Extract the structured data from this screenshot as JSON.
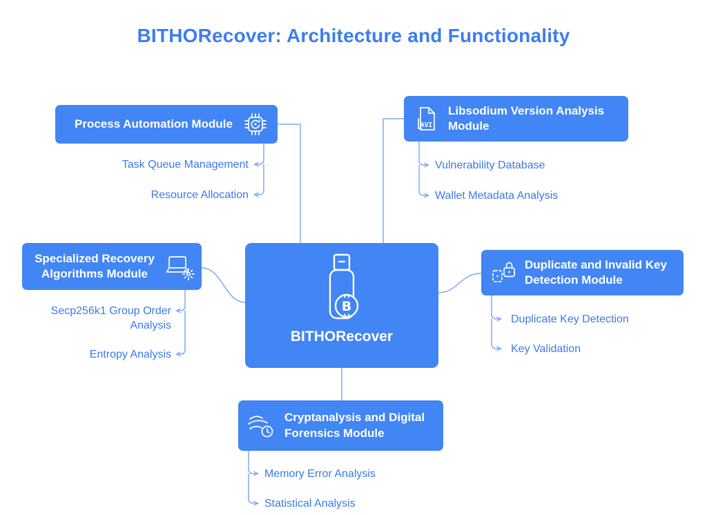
{
  "title": "BITHORecover: Architecture and Functionality",
  "center": {
    "label": "BITHORecover",
    "icon": "usb-bitcoin-icon"
  },
  "modules": {
    "process_automation": {
      "label": "Process Automation Module",
      "icon": "processor-automation-icon",
      "children": [
        "Task Queue Management",
        "Resource Allocation"
      ]
    },
    "libsodium_version_analysis": {
      "label": "Libsodium Version Analysis Module",
      "icon": "file-avi-icon",
      "children": [
        "Vulnerability Database",
        "Wallet Metadata Analysis"
      ]
    },
    "specialized_recovery": {
      "label": "Specialized Recovery Algorithms Module",
      "icon": "laptop-burst-icon",
      "children": [
        "Secp256k1 Group Order Analysis",
        "Entropy Analysis"
      ]
    },
    "duplicate_key_detection": {
      "label": "Duplicate and Invalid Key Detection Module",
      "icon": "lock-key-icon",
      "children": [
        "Duplicate Key Detection",
        "Key Validation"
      ]
    },
    "cryptanalysis_forensics": {
      "label": "Cryptanalysis and Digital Forensics Module",
      "icon": "waves-clock-icon",
      "children": [
        "Memory Error Analysis",
        "Statistical Analysis"
      ]
    }
  },
  "colors": {
    "box_blue": "#4285F4",
    "title_blue": "#3C7DF0",
    "item_blue": "#3B79EC",
    "line_blue": "#7EA9F3"
  }
}
